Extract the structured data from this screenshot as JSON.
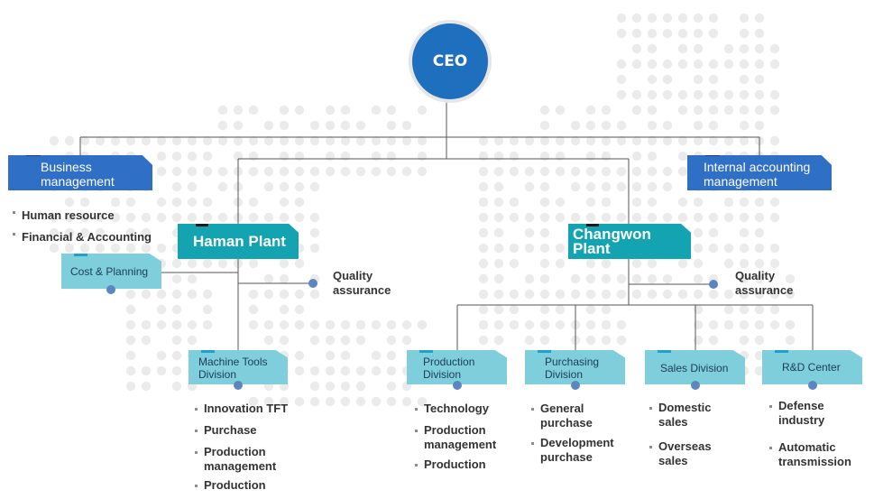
{
  "ceo": {
    "label": "CEO"
  },
  "business_management": {
    "line1": "Business",
    "line2": "management",
    "items": [
      "Human resource",
      "Financial & Accounting"
    ]
  },
  "internal_accounting": {
    "line1": "Internal accounting",
    "line2": "management"
  },
  "haman": {
    "label": "Haman Plant",
    "cost_planning": "Cost & Planning",
    "qa_line1": "Quality",
    "qa_line2": "assurance",
    "machine_tools": {
      "line1": "Machine Tools",
      "line2": "Division"
    },
    "items": [
      [
        "Innovation TFT"
      ],
      [
        "Purchase"
      ],
      [
        "Production",
        "management"
      ],
      [
        "Production"
      ]
    ]
  },
  "changwon": {
    "label": "Changwon Plant",
    "qa_line1": "Quality",
    "qa_line2": "assurance",
    "production": {
      "line1": "Production",
      "line2": "Division",
      "items": [
        [
          "Technology"
        ],
        [
          "Production",
          "management"
        ],
        [
          "Production"
        ]
      ]
    },
    "purchasing": {
      "line1": "Purchasing",
      "line2": "Division",
      "items": [
        [
          "General",
          "purchase"
        ],
        [
          "Development",
          "purchase"
        ]
      ]
    },
    "sales": {
      "label": "Sales Division",
      "items": [
        [
          "Domestic",
          "sales"
        ],
        [
          "Overseas",
          "sales"
        ]
      ]
    },
    "rd": {
      "label": "R&D Center",
      "items": [
        [
          "Defense",
          "industry"
        ],
        [
          "Automatic",
          "transmission"
        ]
      ]
    }
  },
  "colors": {
    "ceo": "#1f6fbf",
    "dept": "#2f6fc5",
    "plant": "#13a3b1",
    "division": "#7ecfdb",
    "line": "#555555",
    "dot": "#5b86c0",
    "map": "#ebebeb"
  }
}
